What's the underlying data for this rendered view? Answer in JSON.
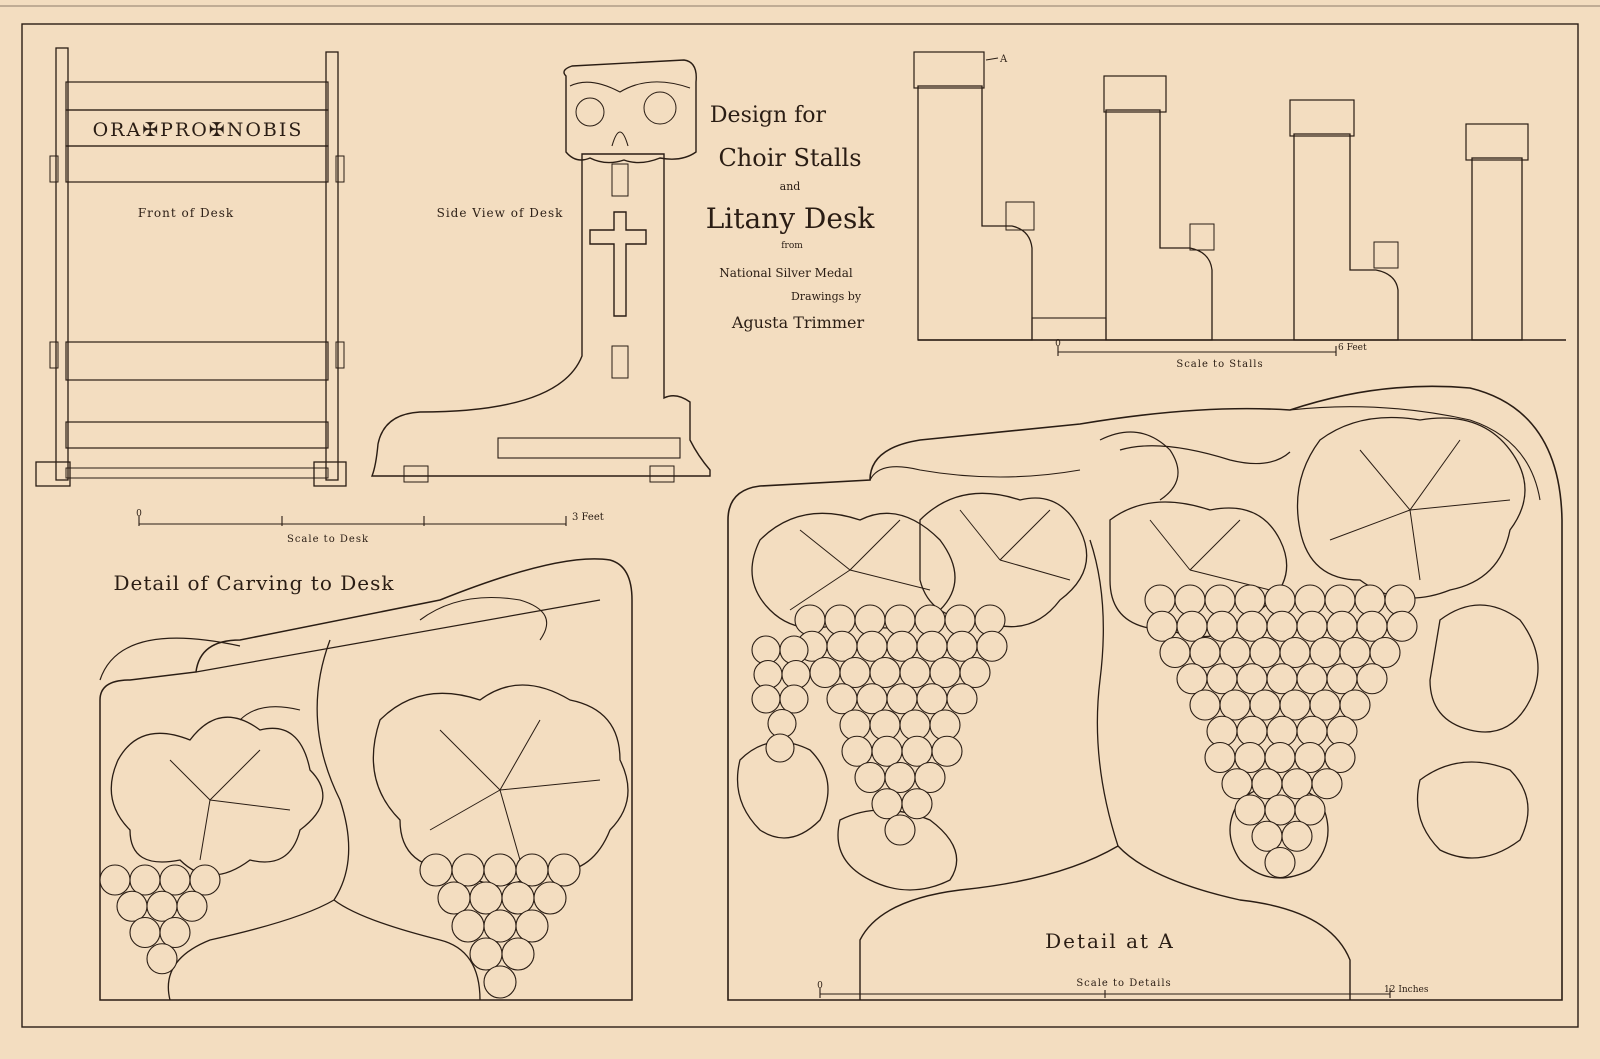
{
  "plate": {
    "title_lines": [
      "Design for",
      "Choir Stalls",
      "and",
      "Litany Desk"
    ],
    "subtitle_lines": [
      "from",
      "National Silver Medal",
      "Drawings by",
      "Agusta Trimmer"
    ]
  },
  "desk": {
    "inscription": "ORA✠PRO✠NOBIS",
    "front_label": "Front of Desk",
    "side_label": "Side View of Desk",
    "scale_start": "0",
    "scale_end": "3 Feet",
    "scale_label": "Scale to Desk"
  },
  "stalls": {
    "marker": "A",
    "scale_start": "0",
    "scale_end": "6 Feet",
    "scale_label": "Scale to Stalls"
  },
  "carving": {
    "title": "Detail of Carving to Desk"
  },
  "detail_a": {
    "label": "Detail at A",
    "scale_start": "0",
    "scale_end": "12 Inches",
    "scale_label": "Scale to Details"
  },
  "colors": {
    "paper": "#f3ddc0",
    "ink": "#2a1d14"
  }
}
